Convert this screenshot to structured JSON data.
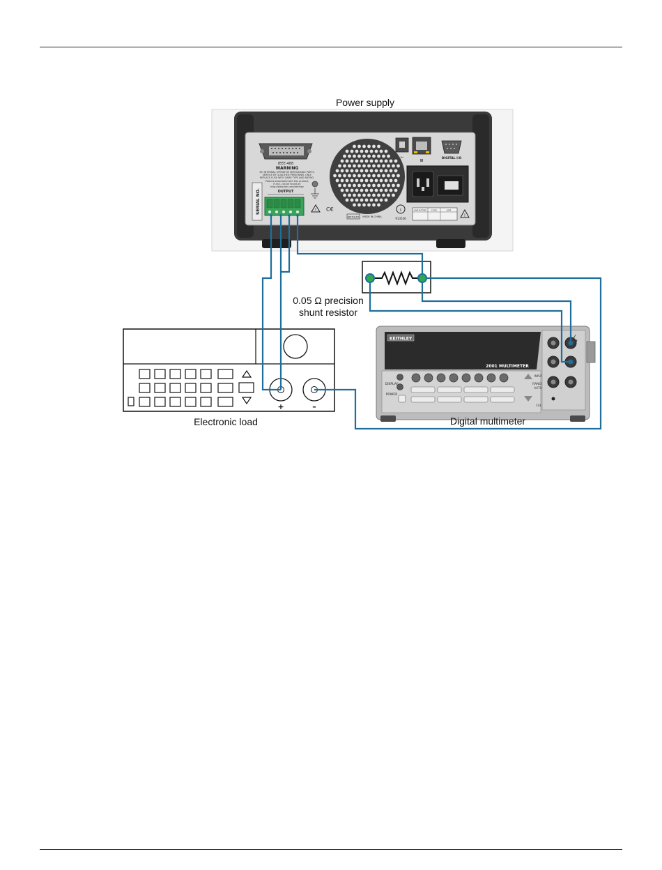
{
  "labels": {
    "power_supply": "Power supply",
    "electronic_load": "Electronic load",
    "digital_multimeter": "Digital multimeter",
    "shunt_line1": "0.05 Ω precision",
    "shunt_line2": "shunt resistor"
  },
  "power_supply_panel": {
    "ieee_port": "IEEE-488",
    "warning_title": "WARNING",
    "warning_lines": [
      "NO INTERNAL OPERATOR SERVICEABLE PARTS,",
      "SERVICE BY QUALIFIED PERSONNEL ONLY.",
      "REPLACE FUSE WITH SAME TYPE AND RATING.",
      "Patents associated with this product,",
      "if any, can be found at:",
      "http://www.tek.com/keithley"
    ],
    "serial_label": "SERIAL NO.",
    "output_label": "OUTPUT",
    "digital_io": "DIGITAL I/O",
    "brand": "KEITHLEY",
    "made_in": "MADE IN CHINA",
    "cert_number": "913536",
    "line_rating": "LINE RATING",
    "fuse": "FUSE",
    "line": "LINE"
  },
  "multimeter_panel": {
    "brand": "KEITHLEY",
    "model": "2001 MULTIMETER",
    "display_label": "DISPLAY",
    "power_label": "POWER",
    "range_label": "RANGE",
    "auto_label": "AUTO",
    "cal_label": "CAL",
    "inputs_label": "INPUTS"
  },
  "load_panel": {
    "plus": "+",
    "minus": "–"
  },
  "colors": {
    "wire": "#1f6e9c",
    "terminal_green": "#2fa84f",
    "connector_green": "#3aa45a",
    "chassis_dark": "#3a3a3a",
    "panel_gray": "#c9c9c9"
  }
}
